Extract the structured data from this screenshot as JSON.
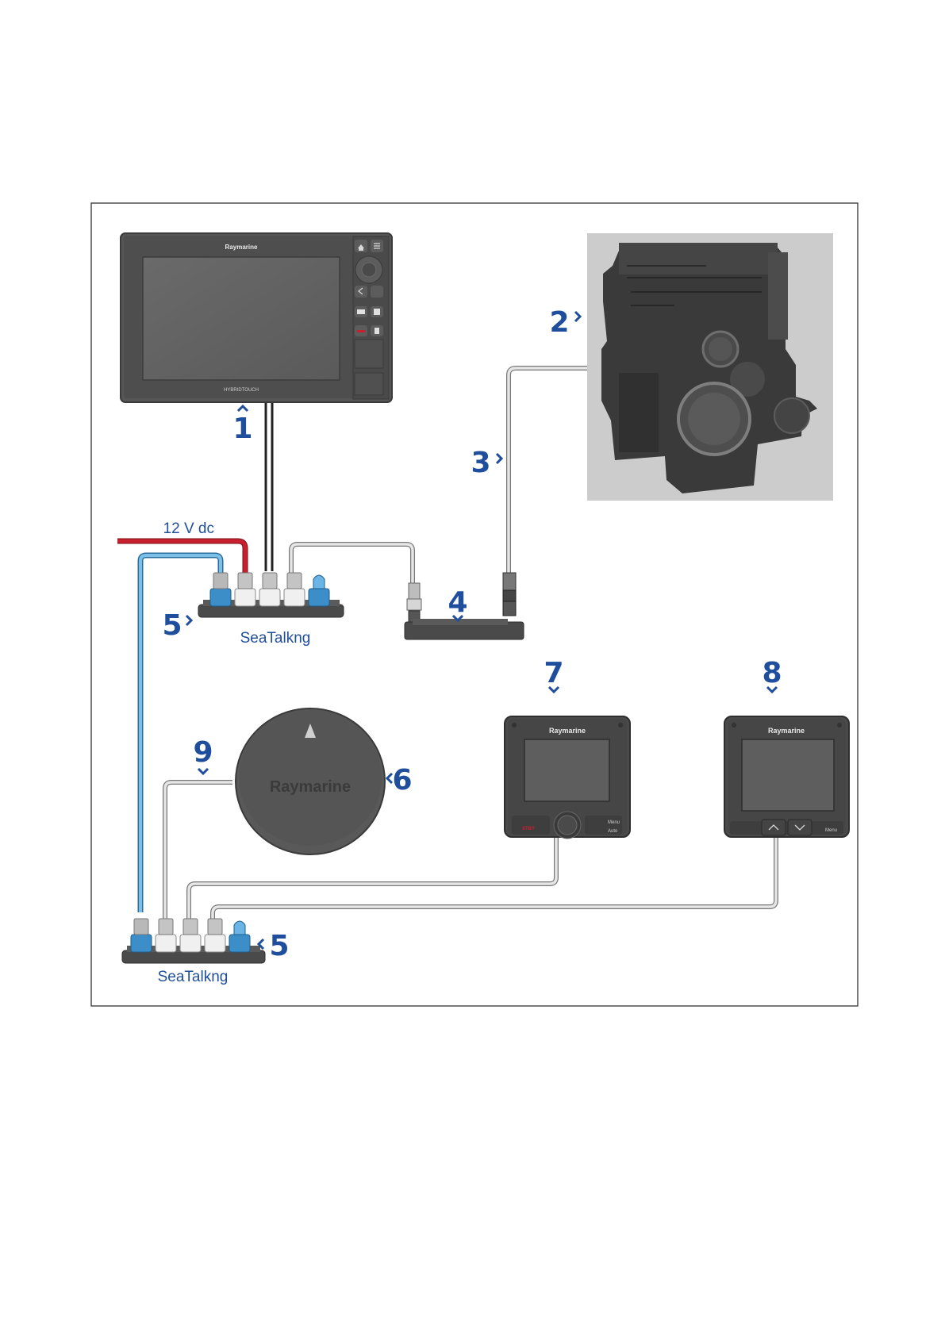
{
  "labels": {
    "power": "12 V dc",
    "backbone_top": "SeaTalkng",
    "backbone_bottom": "SeaTalkng",
    "display_brand": "Raymarine",
    "display_model": "HYBRIDTOUCH",
    "sensor_brand": "Raymarine",
    "controller_brand": "Raymarine",
    "instrument_brand": "Raymarine",
    "controller_btn_standby": "STBY",
    "controller_btn_auto": "Auto",
    "controller_btn_menu": "Menu",
    "instrument_btn_menu": "Menu"
  },
  "callouts": {
    "c1": "1",
    "c2": "2",
    "c3": "3",
    "c4": "4",
    "c5_top": "5",
    "c6": "6",
    "c7": "7",
    "c8": "8",
    "c5_bottom": "5",
    "c9": "9"
  },
  "colors": {
    "callout": "#1f4e9c",
    "power_cable": "#c8202f",
    "spur_blue": "#5aa6d6",
    "cable_grey": "#a9a9a9",
    "device_dark": "#3c3c3c",
    "engine_bg": "#cccccc"
  }
}
